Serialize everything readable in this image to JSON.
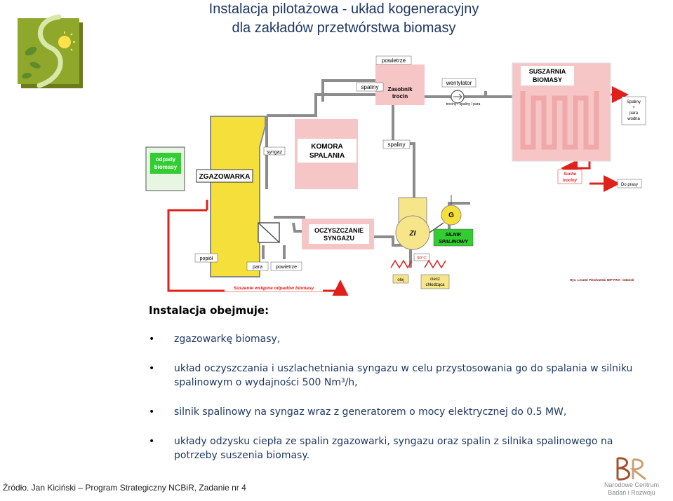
{
  "header": {
    "title_line1": "Instalacja pilotażowa  - układ kogeneracyjny",
    "title_line2": "dla zakładów przetwórstwa biomasy"
  },
  "logo": {
    "icon": "plant-bulb-logo-icon"
  },
  "diagram": {
    "labels": {
      "powietrze_top": "powietrze",
      "spaliny_top": "spaliny",
      "zasobnik_l1": "Zasobnik",
      "zasobnik_l2": "trocin",
      "wentylator": "wentylator",
      "trociny_spaliny": "trociny / spaliny / para",
      "suszarnia_l1": "SUSZARNIA",
      "suszarnia_l2": "BIOMASY",
      "spaliny_para_l1": "Spaliny",
      "spaliny_para_l2": "+",
      "spaliny_para_l3": "para",
      "spaliny_para_l4": "wodna",
      "suche_l1": "Suche",
      "suche_l2": "trociny",
      "do_prasy": "Do prasy",
      "odpady_l1": "odpady",
      "odpady_l2": "biomasy",
      "zgazowarka": "ZGAZOWARKA",
      "syngaz": "syngaz",
      "komora_l1": "KOMORA",
      "komora_l2": "SPALANIA",
      "spaliny_mid": "spaliny",
      "oczyszczanie_l1": "OCZYSZCZANIE",
      "oczyszczanie_l2": "SYNGAZU",
      "zi": "ZI",
      "generator": "G",
      "silnik_l1": "SILNIK",
      "silnik_l2": "SPALINOWY",
      "temp": "90°C",
      "popiol": "popiół",
      "para": "para",
      "powietrze_bottom": "powietrze",
      "olej": "olej",
      "ciecz_l1": "ciecz",
      "ciecz_l2": "chłodząca",
      "suszenie": "Suszenie wstępne odpadów biomasy",
      "credit": "Rys. Leszek Piechowski IMP PAN - Gdańsk"
    }
  },
  "content": {
    "heading": "Instalacja obejmuje:",
    "bullet_char": "•",
    "items": [
      "zgazowarkę biomasy,",
      "układ oczyszczania i uszlachetniania syngazu w celu przystosowania go do spalania w silniku spalinowym o wydajności 500 Nm³/h,",
      "silnik spalinowy na syngaz wraz z generatorem o mocy elektrycznej do 0.5 MW,",
      "układy odzysku ciepła ze spalin zgazowarki, syngazu oraz spalin z silnika spalinowego na potrzeby suszenia biomasy."
    ]
  },
  "footer": {
    "source": "Źródło. Jan Kiciński – Program Strategiczny NCBiR, Zadanie nr 4",
    "ncbr_l1": "Narodowe Centrum",
    "ncbr_l2": "Badań i Rozwoju"
  },
  "colors": {
    "title": "#1f3864",
    "body_text": "#1f3864",
    "pipe_gray": "#8c8c8c",
    "flow_red": "#e0201b",
    "dryer_pink": "#f6c6c6",
    "label_green": "#33cc33",
    "gasifier_yellow": "#f5df3a",
    "engine_yellow": "#f7e58a"
  }
}
